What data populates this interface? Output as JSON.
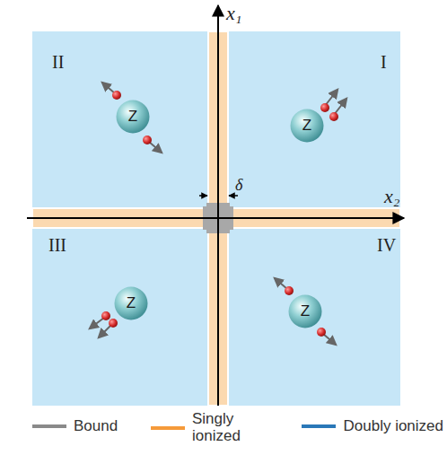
{
  "diagram": {
    "nodes": [
      {
        "text": [
          "Z"
        ]
      },
      {
        "text": [
          "Z"
        ]
      },
      {
        "text": [
          "Z"
        ]
      },
      {
        "text": [
          "Z"
        ]
      }
    ],
    "labels": [
      "x₁",
      "x₂",
      "I",
      "II",
      "III",
      "IV",
      "δ"
    ],
    "legend": [
      {
        "text": "Bound",
        "color": "#8a8a8a"
      },
      {
        "text": "Singly ionized",
        "color": "#f59a3a"
      },
      {
        "text": "Doubly ionized",
        "color": "#2a78b8"
      }
    ]
  }
}
